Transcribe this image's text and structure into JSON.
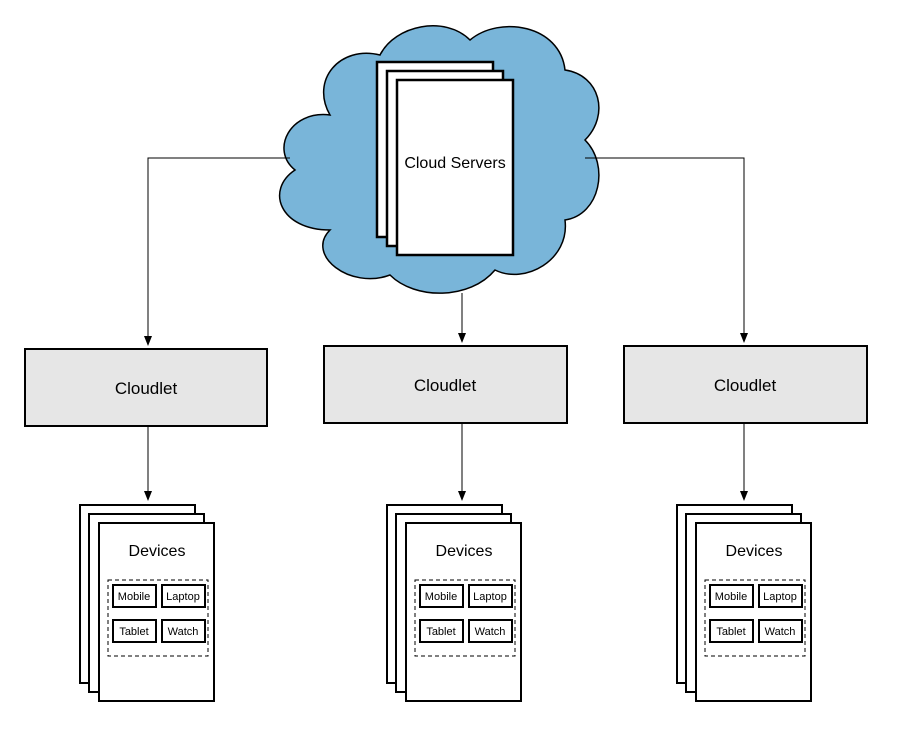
{
  "cloud": {
    "label": "Cloud Servers",
    "fill_color": "#79B5D9"
  },
  "cloudlets": [
    {
      "label": "Cloudlet"
    },
    {
      "label": "Cloudlet"
    },
    {
      "label": "Cloudlet"
    }
  ],
  "device_groups": [
    {
      "title": "Devices",
      "items": [
        "Mobile",
        "Laptop",
        "Tablet",
        "Watch"
      ]
    },
    {
      "title": "Devices",
      "items": [
        "Mobile",
        "Laptop",
        "Tablet",
        "Watch"
      ]
    },
    {
      "title": "Devices",
      "items": [
        "Mobile",
        "Laptop",
        "Tablet",
        "Watch"
      ]
    }
  ],
  "colors": {
    "cloudlet_fill": "#E6E6E6",
    "stroke": "#000000"
  }
}
